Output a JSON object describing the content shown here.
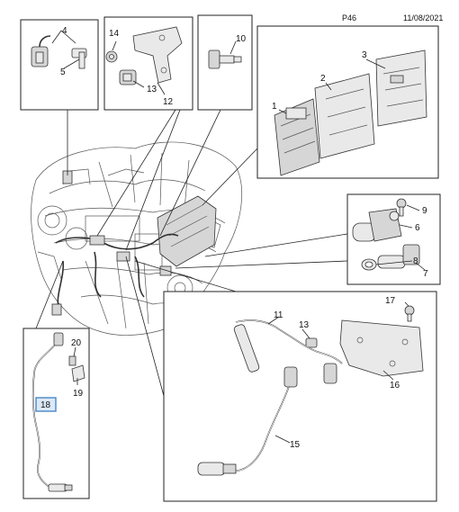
{
  "header": {
    "page_code": "P46",
    "date": "11/08/2021"
  },
  "callouts": {
    "c1": "1",
    "c2": "2",
    "c3": "3",
    "c4": "4",
    "c5": "5",
    "c6": "6",
    "c7": "7",
    "c8": "8",
    "c9": "9",
    "c10": "10",
    "c11": "11",
    "c12": "12",
    "c13": "13",
    "c13b": "13",
    "c14": "14",
    "c15": "15",
    "c16": "16",
    "c17": "17",
    "c18": "18",
    "c19": "19",
    "c20": "20"
  },
  "highlight": {
    "selected_part": "18",
    "color": "#4a86c5"
  }
}
